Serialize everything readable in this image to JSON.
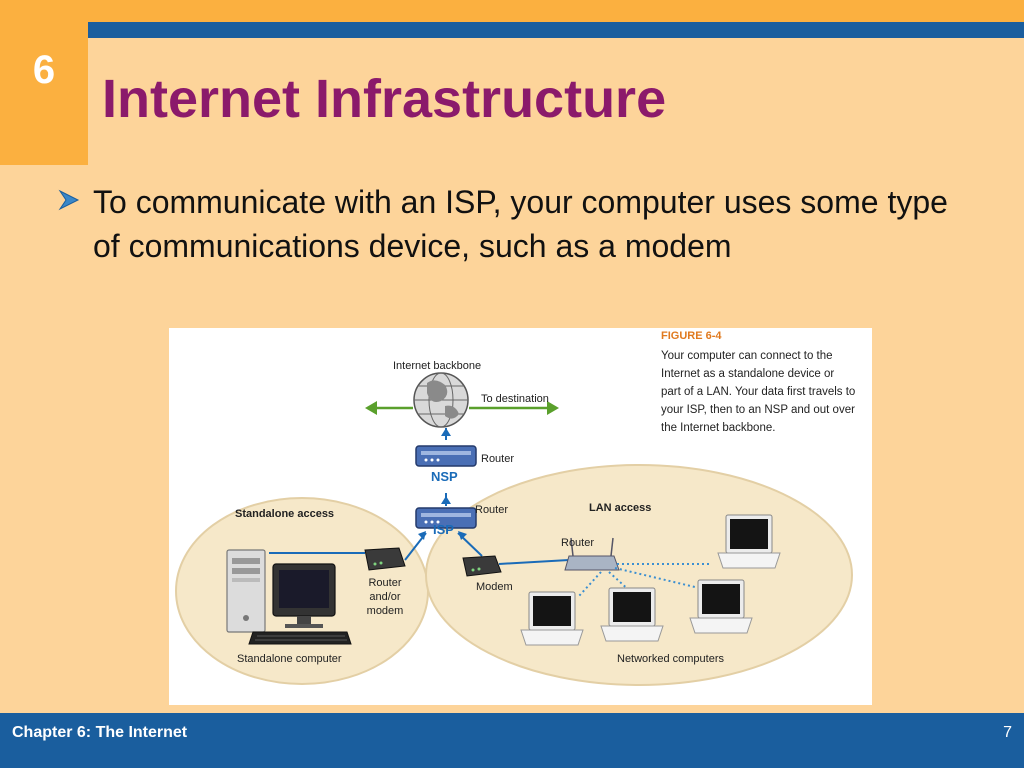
{
  "slide": {
    "chapter_number": "6",
    "title": "Internet Infrastructure",
    "bullet": "To communicate with an ISP, your computer uses some type of communications device, such as a modem"
  },
  "figure": {
    "caption_title": "FIGURE 6-4",
    "caption_text": "Your computer can connect to the Internet as a standalone device or part of a LAN. Your data first travels to your ISP, then to an NSP and out over the Internet backbone.",
    "labels": {
      "internet_backbone": "Internet backbone",
      "to_destination": "To destination",
      "router_top": "Router",
      "nsp": "NSP",
      "router_mid": "Router",
      "isp": "ISP",
      "standalone_access": "Standalone access",
      "lan_access": "LAN access",
      "router_lan": "Router",
      "router_and_or_modem": "Router\nand/or\nmodem",
      "modem": "Modem",
      "standalone_computer": "Standalone computer",
      "networked_computers": "Networked computers"
    }
  },
  "footer": {
    "chapter_label": "Chapter 6: The Internet",
    "page_number": "7"
  },
  "colors": {
    "background": "#fdd49a",
    "accent_orange": "#fbb040",
    "accent_blue": "#1a5e9e",
    "title": "#8b1a6b"
  }
}
